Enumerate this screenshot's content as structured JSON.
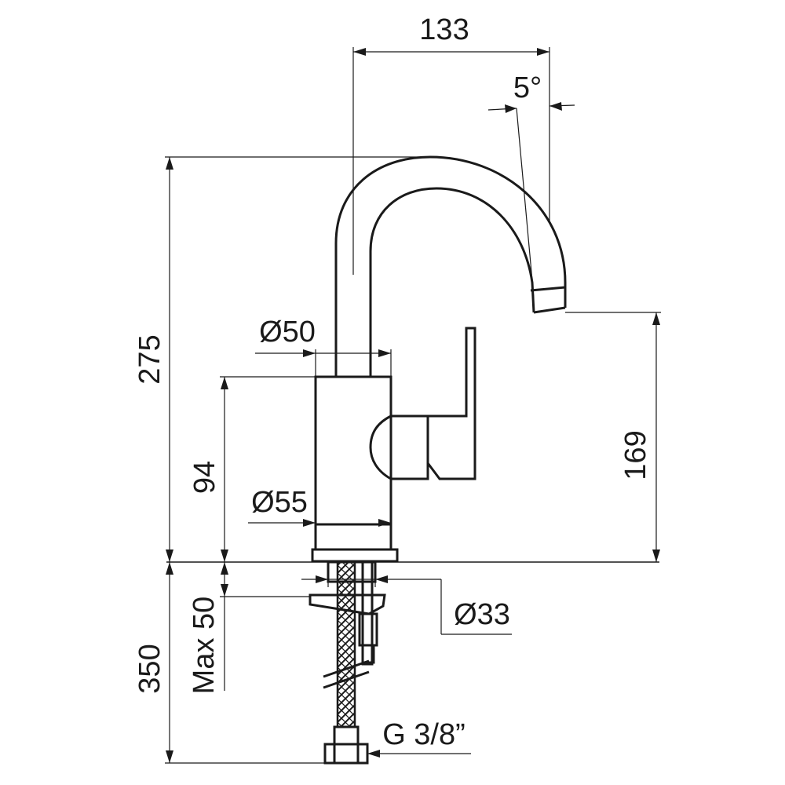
{
  "dimensions": {
    "spout_reach": "133",
    "spout_angle": "5°",
    "total_height": "275",
    "body_diameter_top": "Ø50",
    "body_diameter_base": "Ø55",
    "body_height": "94",
    "spout_height": "169",
    "shank_diameter": "Ø33",
    "max_thickness": "Max 50",
    "hose_length": "350",
    "connection_thread": "G 3/8”"
  }
}
